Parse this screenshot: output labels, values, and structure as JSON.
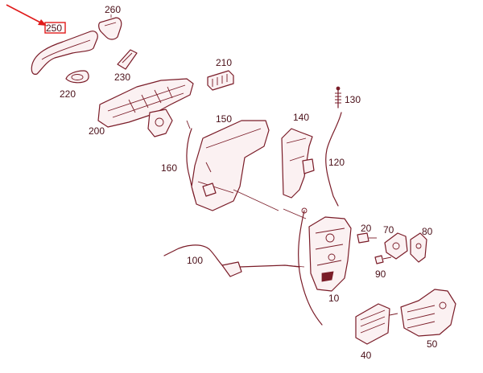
{
  "diagram": {
    "colors": {
      "line": "#7a1c28",
      "label_text": "#4a0f18",
      "highlight": "#e01b1b",
      "background": "#ffffff"
    },
    "highlighted_label": "250",
    "labels": {
      "p260": "260",
      "p250": "250",
      "p230": "230",
      "p220": "220",
      "p210": "210",
      "p200": "200",
      "p150": "150",
      "p140": "140",
      "p130": "130",
      "p120": "120",
      "p160": "160",
      "p100": "100",
      "p20": "20",
      "p70": "70",
      "p80": "80",
      "p90": "90",
      "p10": "10",
      "p40": "40",
      "p50": "50"
    }
  }
}
